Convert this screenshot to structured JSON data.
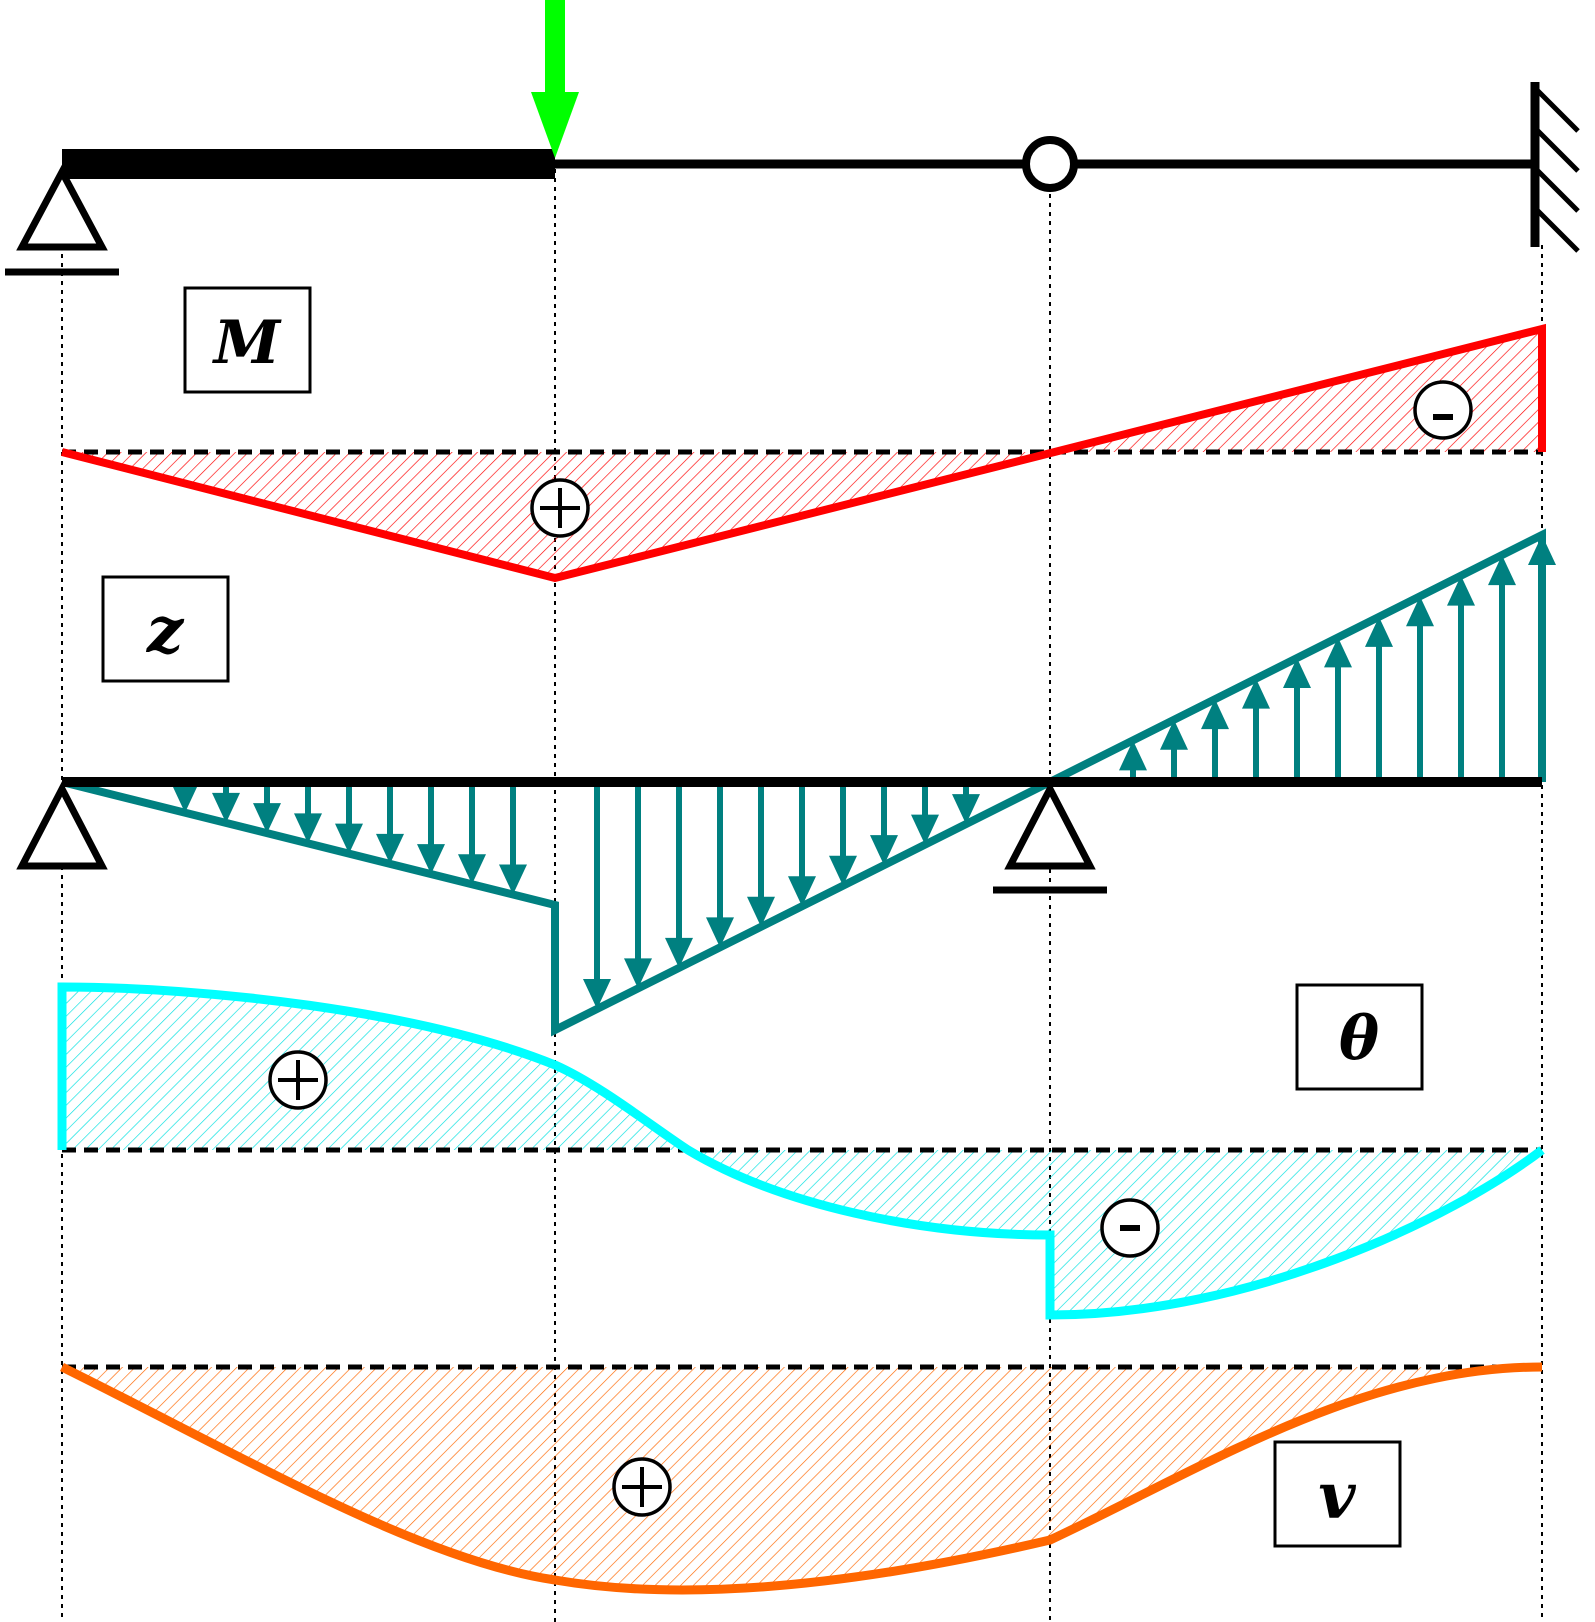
{
  "labels": {
    "moment": "M",
    "fictitious_load": "z",
    "slope": "θ",
    "deflection": "v"
  },
  "signs": {
    "moment_left": "+",
    "moment_right": "-",
    "slope_left": "+",
    "slope_right": "-",
    "deflection": "+"
  },
  "colors": {
    "beam": "#000000",
    "point_load": "#00ff00",
    "moment": "#ff0000",
    "fictitious_load": "#008080",
    "slope": "#00ffff",
    "deflection": "#ff6600"
  }
}
